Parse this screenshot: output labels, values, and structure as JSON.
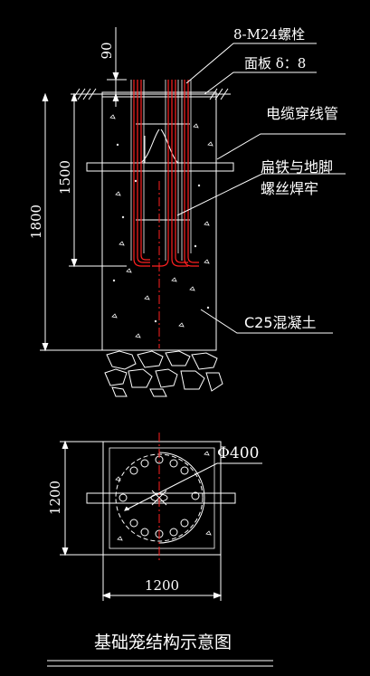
{
  "labels": {
    "bolts": "8-M24螺栓",
    "plate": "面板 δ：8",
    "cable_tube": "电缆穿线管",
    "flat_iron_line1": "扁铁与地脚",
    "flat_iron_line2": "螺丝焊牢",
    "concrete": "C25混凝土",
    "diameter": "Φ400",
    "title": "基础笼结构示意图"
  },
  "dimensions": {
    "top_offset": "90",
    "cage_depth": "1500",
    "total_depth": "1800",
    "plan_height": "1200",
    "plan_width": "1200"
  },
  "colors": {
    "background": "#000000",
    "lines": "#ffffff",
    "bolts": "#ff2020",
    "centerline": "#ff2020"
  }
}
